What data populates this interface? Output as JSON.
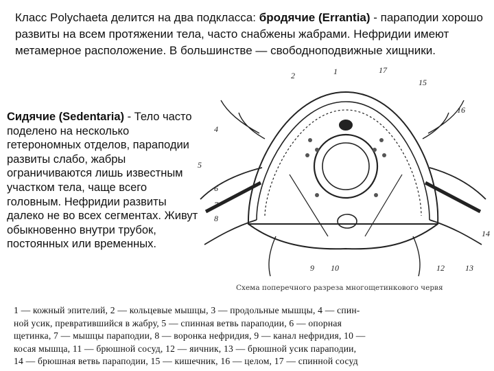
{
  "intro": {
    "lead": "Класс Polychaeta делится на два подкласса: ",
    "errantia_term": "бродячие (Errantia)",
    "rest": " - параподии хорошо развиты на всем протяжении тела, часто снабжены жабрами. Нефридии имеют метамерное расположение. В большинстве — свободноподвижные хищники."
  },
  "sedentaria": {
    "term": "Сидячие (Sedentaria)",
    "text": " - Тело часто поделено на несколько гетерономных отделов, параподии развиты слабо, жабры ограничиваются лишь известным участком тела, чаще всего головным. Нефридии развиты далеко не во всех сегментах. Живут обыкновенно внутри трубок, постоянных или временных."
  },
  "figure": {
    "caption": "Схема поперечного разреза многощетинкового червя",
    "numbers": [
      "1",
      "2",
      "4",
      "5",
      "6",
      "7",
      "8",
      "9",
      "10",
      "12",
      "13",
      "14",
      "15",
      "16",
      "17"
    ]
  },
  "legend": {
    "line1": "1 — кожный эпителий, 2 — кольцевые мышцы, 3 — продольные мышцы, 4 — спин-",
    "line2": "ной усик, превратившийся в жабру, 5 — спинная ветвь параподии, 6 — опорная",
    "line3": "щетинка, 7 — мышцы параподии, 8 — воронка нефридия, 9 — канал нефридия, 10 —",
    "line4": "косая мышца, 11 — брюшной сосуд, 12 — яичник, 13 — брюшной усик параподии,",
    "line5": "14 — брюшная ветвь параподии, 15 — кишечник, 16 — целом, 17 — спинной сосуд"
  }
}
